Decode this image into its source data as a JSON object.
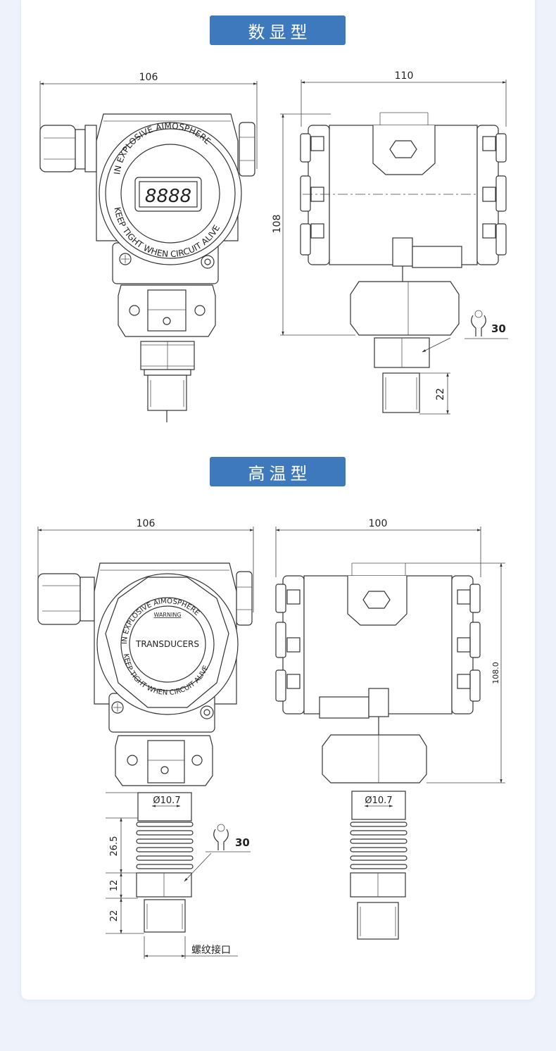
{
  "sections": [
    {
      "tag": "数显型",
      "front": {
        "width_dim": "106",
        "dial_text_top": "IN EXPLOSIVE AIMOSPHERE",
        "dial_text_bottom": "KEEP TIGHT WHEN CIRCUIT ALIVE",
        "display_digits": "8888"
      },
      "side": {
        "width_dim": "110",
        "height_dim": "108",
        "wrench_dim": "30",
        "thread_dim": "22"
      }
    },
    {
      "tag": "高温型",
      "front": {
        "width_dim": "106",
        "dial_text_top": "IN EXPLOSIVE AIMOSPHERE",
        "dial_warning": "WARNING",
        "dial_brand": "TRANSDUCERS",
        "dial_text_bottom": "KEEP TIGHT WHEN CIRCUIT ALIVE",
        "diameter_dim": "Ø10.7",
        "fin_dim": "26.5",
        "hex_dim": "12",
        "thread_dim": "22",
        "wrench_dim": "30",
        "thread_label": "螺纹接口"
      },
      "side": {
        "width_dim": "100",
        "height_dim": "108.0",
        "diameter_dim": "Ø10.7"
      }
    }
  ]
}
